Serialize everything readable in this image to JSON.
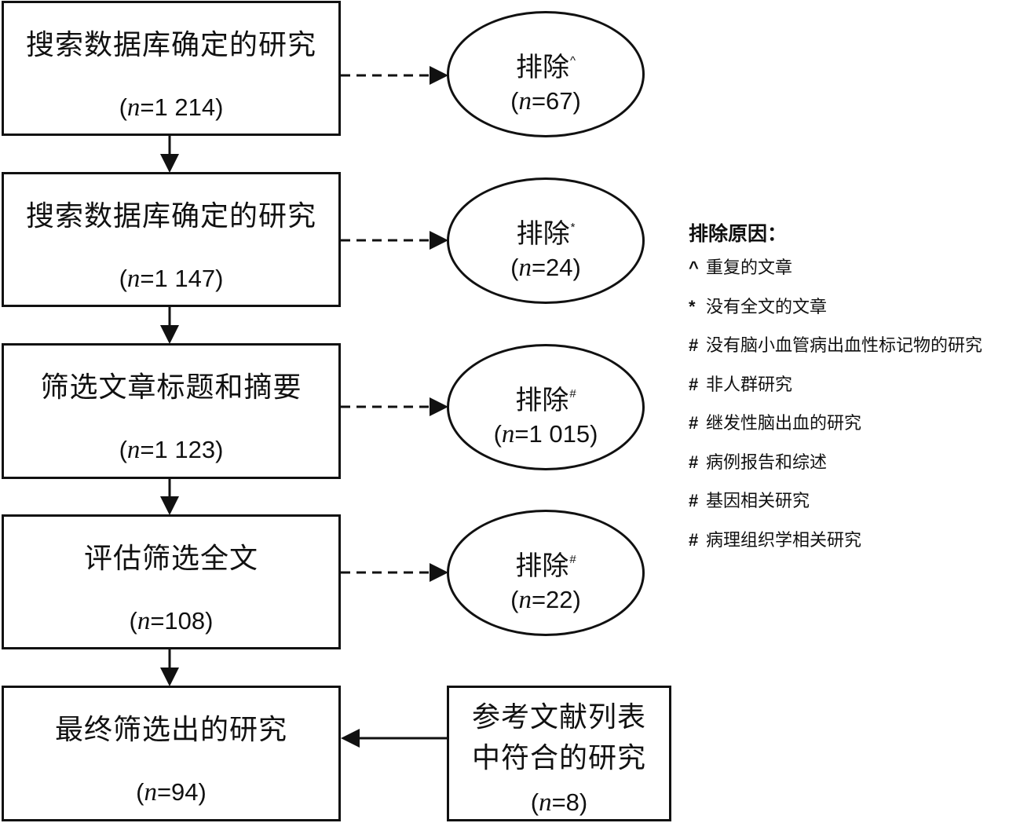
{
  "flow": {
    "box1": {
      "title": "搜索数据库确定的研究",
      "count": "=1 214)"
    },
    "box2": {
      "title": "搜索数据库确定的研究",
      "count": "=1 147)"
    },
    "box3": {
      "title": "筛选文章标题和摘要",
      "count": "=1 123)"
    },
    "box4": {
      "title": "评估筛选全文",
      "count": "=108)"
    },
    "box5": {
      "title": "最终筛选出的研究",
      "count": "=94)"
    },
    "box6": {
      "title_line1": "参考文献列表",
      "title_line2": "中符合的研究",
      "count": "=8)"
    }
  },
  "exclusions": [
    {
      "label": "排除",
      "mark": "^",
      "count": "=67)"
    },
    {
      "label": "排除",
      "mark": "*",
      "count": "=24)"
    },
    {
      "label": "排除",
      "mark": "#",
      "count": "=1 015)"
    },
    {
      "label": "排除",
      "mark": "#",
      "count": "=22)"
    }
  ],
  "legend": {
    "title": "排除原因：",
    "items": [
      {
        "symbol": "^",
        "text": "重复的文章"
      },
      {
        "symbol": "*",
        "text": "没有全文的文章"
      },
      {
        "symbol": "#",
        "text": "没有脑小血管病出血性标记物的研究"
      },
      {
        "symbol": "#",
        "text": "非人群研究"
      },
      {
        "symbol": "#",
        "text": "继发性脑出血的研究"
      },
      {
        "symbol": "#",
        "text": "病例报告和综述"
      },
      {
        "symbol": "#",
        "text": "基因相关研究"
      },
      {
        "symbol": "#",
        "text": "病理组织学相关研究"
      }
    ]
  },
  "common": {
    "n_open": "(",
    "n_var": "n"
  }
}
